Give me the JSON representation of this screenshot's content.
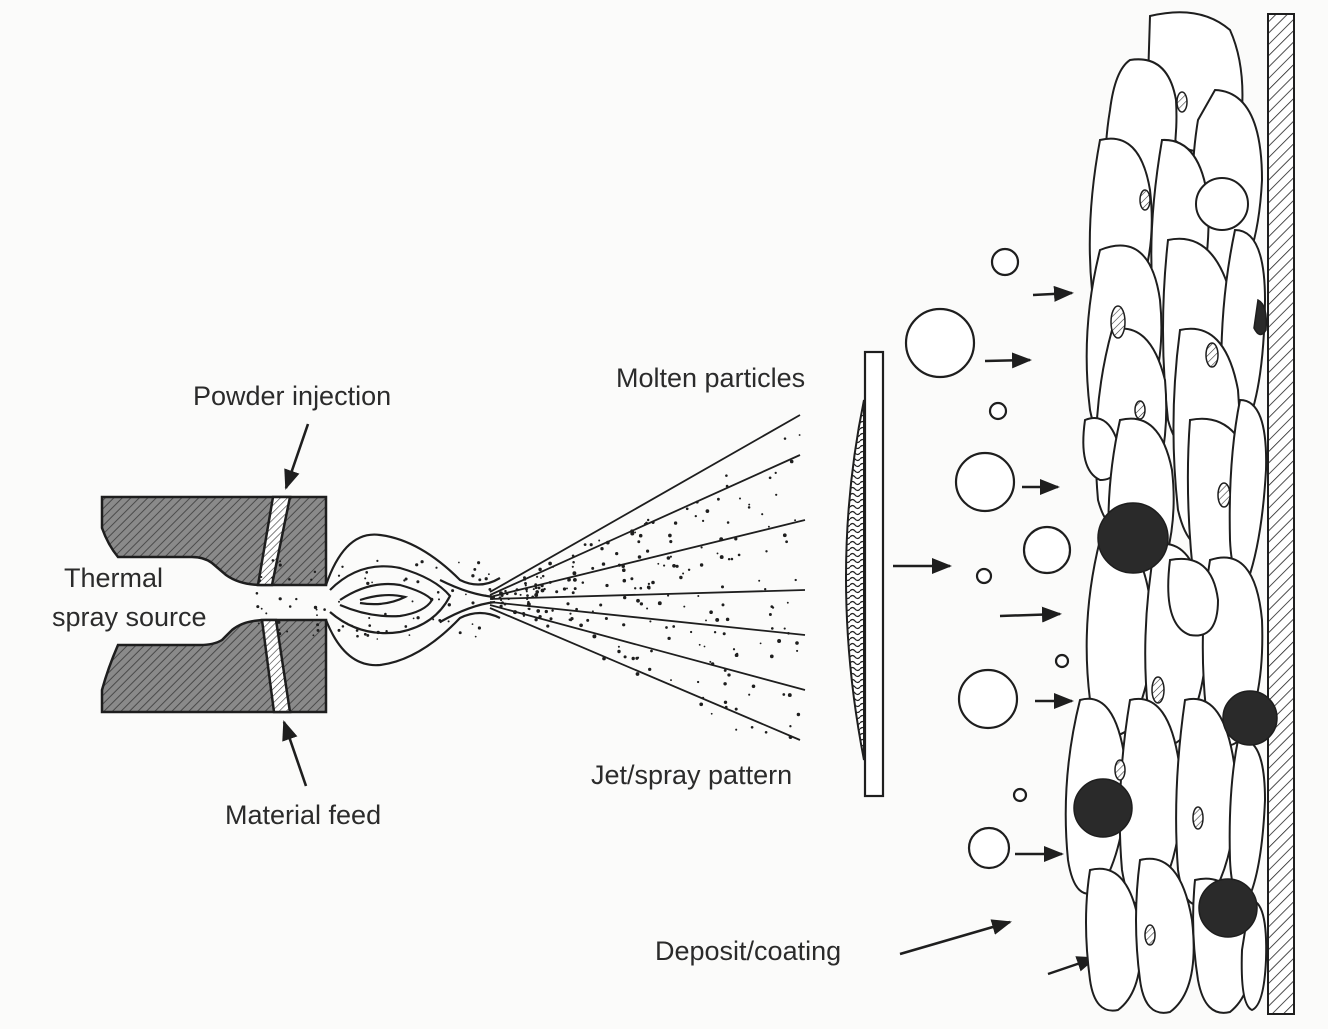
{
  "labels": {
    "powder_injection": "Powder injection",
    "thermal_line1": "Thermal",
    "thermal_line2": "spray source",
    "material_feed": "Material feed",
    "molten_particles": "Molten particles",
    "jet_spray_pattern": "Jet/spray pattern",
    "deposit_coating": "Deposit/coating"
  },
  "colors": {
    "ink": "#1e1e1e",
    "nozzle_fill": "#8a8a8a",
    "background": "#fbfbfa"
  }
}
